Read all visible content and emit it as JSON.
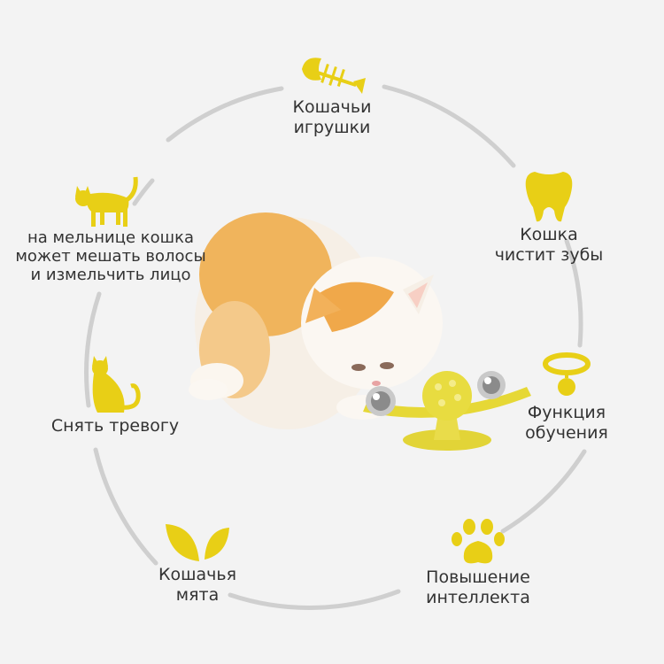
{
  "colors": {
    "accent": "#e8cf16",
    "ring": "#cfcfcf",
    "background": "#f3f3f3"
  },
  "features": [
    {
      "icon": "fish-bone-icon",
      "label": "Кошачьи\nигрушки"
    },
    {
      "icon": "tooth-icon",
      "label": "Кошка\nчистит зубы"
    },
    {
      "icon": "collar-icon",
      "label": "Функция\nобучения"
    },
    {
      "icon": "paw-icon",
      "label": "Повышение\nинтеллекта"
    },
    {
      "icon": "leaf-icon",
      "label": "Кошачья\nмята"
    },
    {
      "icon": "sitting-cat-icon",
      "label": "Снять тревогу"
    },
    {
      "icon": "walking-cat-icon",
      "label": "на мельнице кошка\nможет мешать волосы\nи измельчить лицо"
    }
  ]
}
